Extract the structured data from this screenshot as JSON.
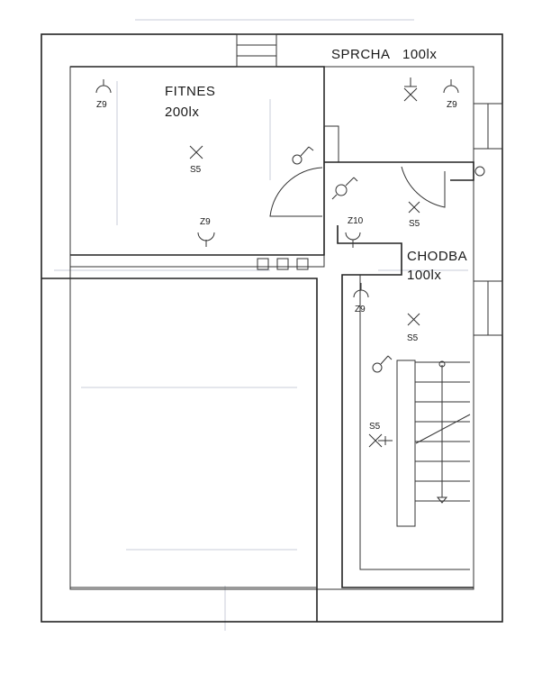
{
  "rooms": {
    "fitness": {
      "name": "FITNES",
      "lux": "200lx"
    },
    "shower": {
      "name": "SPRCHA",
      "lux": "100lx"
    },
    "corridor": {
      "name": "CHODBA",
      "lux": "100lx"
    }
  },
  "fixtures": {
    "fitness_z9_top": "Z9",
    "fitness_s5": "S5",
    "fitness_z9_bottom": "Z9",
    "shower_z9": "Z9",
    "lobby_z10": "Z10",
    "lobby_s5": "S5",
    "corridor_z9": "Z9",
    "corridor_s5": "S5",
    "stair_s5": "S5"
  },
  "icons": [
    "wall-light-icon",
    "ceiling-light-icon",
    "switch-icon",
    "fan-icon",
    "staircase-icon"
  ],
  "colors": {
    "ink": "#222222",
    "paper": "#ffffff",
    "scan_noise": "#c9ced8"
  }
}
